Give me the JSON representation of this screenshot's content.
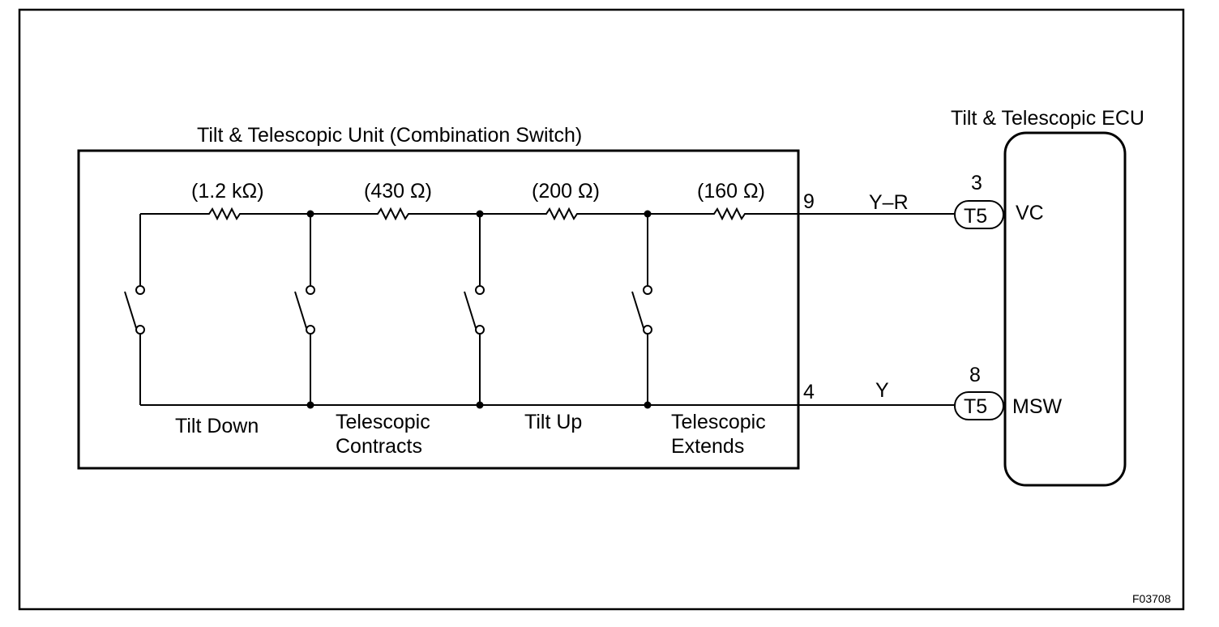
{
  "unit": {
    "title": "Tilt & Telescopic Unit (Combination Switch)",
    "resistors": [
      {
        "label": "(1.2 kΩ)"
      },
      {
        "label": "(430 Ω)"
      },
      {
        "label": "(200 Ω)"
      },
      {
        "label": "(160 Ω)"
      }
    ],
    "switches": [
      {
        "label_line1": "Tilt Down",
        "label_line2": ""
      },
      {
        "label_line1": "Telescopic",
        "label_line2": "Contracts"
      },
      {
        "label_line1": "Tilt Up",
        "label_line2": ""
      },
      {
        "label_line1": "Telescopic",
        "label_line2": "Extends"
      }
    ],
    "pins": {
      "top": "9",
      "bottom": "4"
    }
  },
  "wires": {
    "top_color": "Y–R",
    "bottom_color": "Y"
  },
  "ecu": {
    "title": "Tilt & Telescopic ECU",
    "connectors": [
      {
        "pin": "3",
        "connector": "T5",
        "signal": "VC"
      },
      {
        "pin": "8",
        "connector": "T5",
        "signal": "MSW"
      }
    ]
  },
  "figure_id": "F03708"
}
